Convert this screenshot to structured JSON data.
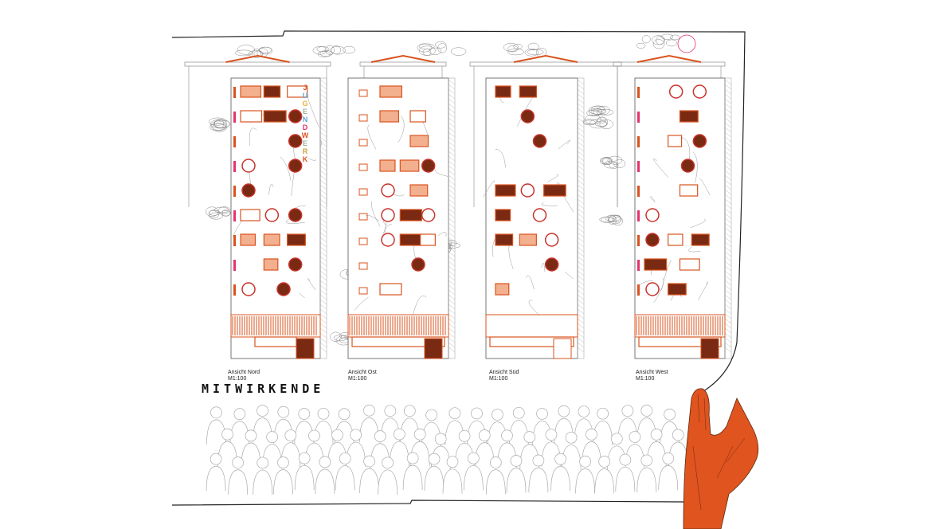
{
  "logo_lettering": "JUGENDWERK",
  "elevations": [
    {
      "name": "Ansicht Nord",
      "scale": "M1:100"
    },
    {
      "name": "Ansicht Ost",
      "scale": "M1:100"
    },
    {
      "name": "Ansicht Süd",
      "scale": "M1:100"
    },
    {
      "name": "Ansicht West",
      "scale": "M1:100"
    }
  ],
  "section_title": "MITWIRKENDE",
  "colors": {
    "accent": "#d9531e",
    "dark": "#7a2a12",
    "light": "#f3b08f",
    "circle": "#c8322b",
    "pink": "#e8336b",
    "line": "#9a9a9a"
  }
}
